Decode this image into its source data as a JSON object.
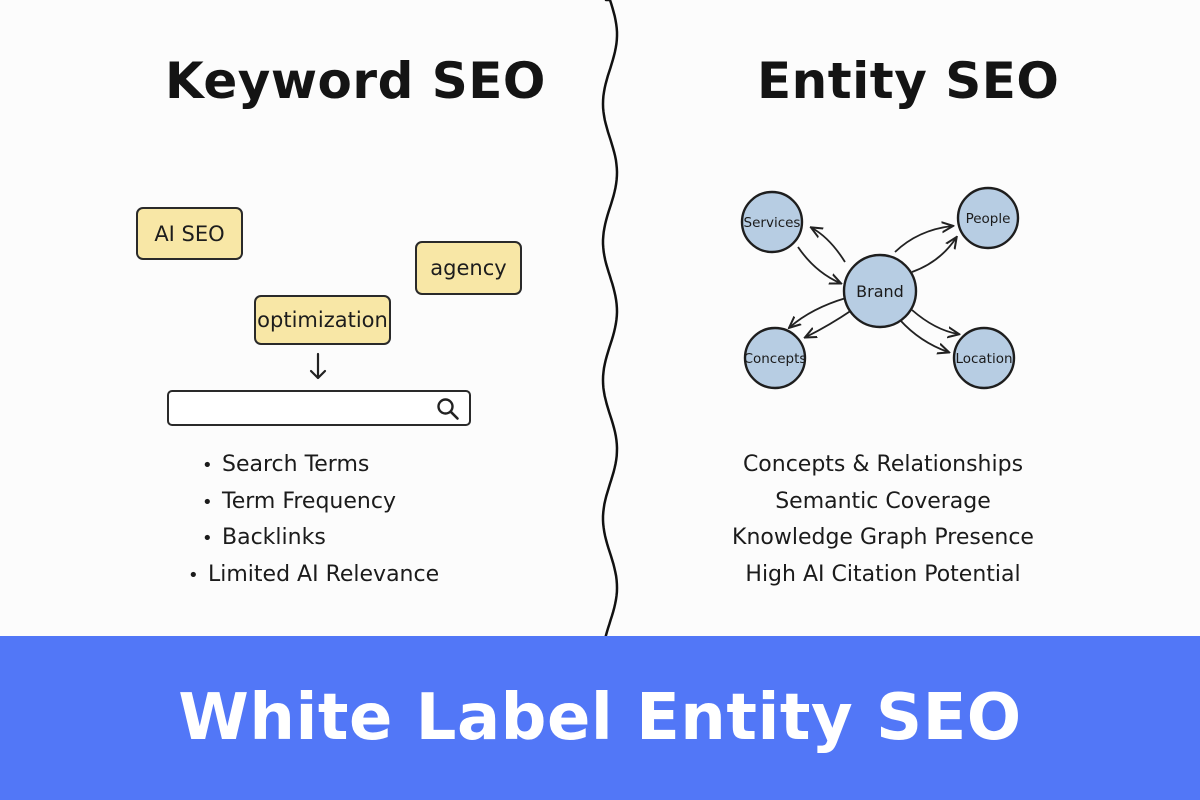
{
  "left": {
    "heading": "Keyword SEO",
    "tags": {
      "ai_seo": "AI SEO",
      "agency": "agency",
      "optimization": "optimization"
    },
    "bullets": [
      "Search Terms",
      "Term Frequency",
      "Backlinks",
      "Limited AI Relevance"
    ]
  },
  "right": {
    "heading": "Entity SEO",
    "graph": {
      "center": "Brand",
      "nodes": {
        "services": "Services",
        "people": "People",
        "concepts": "Concepts",
        "location": "Location"
      }
    },
    "points": [
      "Concepts & Relationships",
      "Semantic Coverage",
      "Knowledge Graph Presence",
      "High AI Citation Potential"
    ]
  },
  "banner": {
    "title": "White Label Entity SEO"
  },
  "colors": {
    "banner": "#5277f7",
    "tag_fill": "#f8e7a6",
    "node_fill": "#b7cde3"
  }
}
